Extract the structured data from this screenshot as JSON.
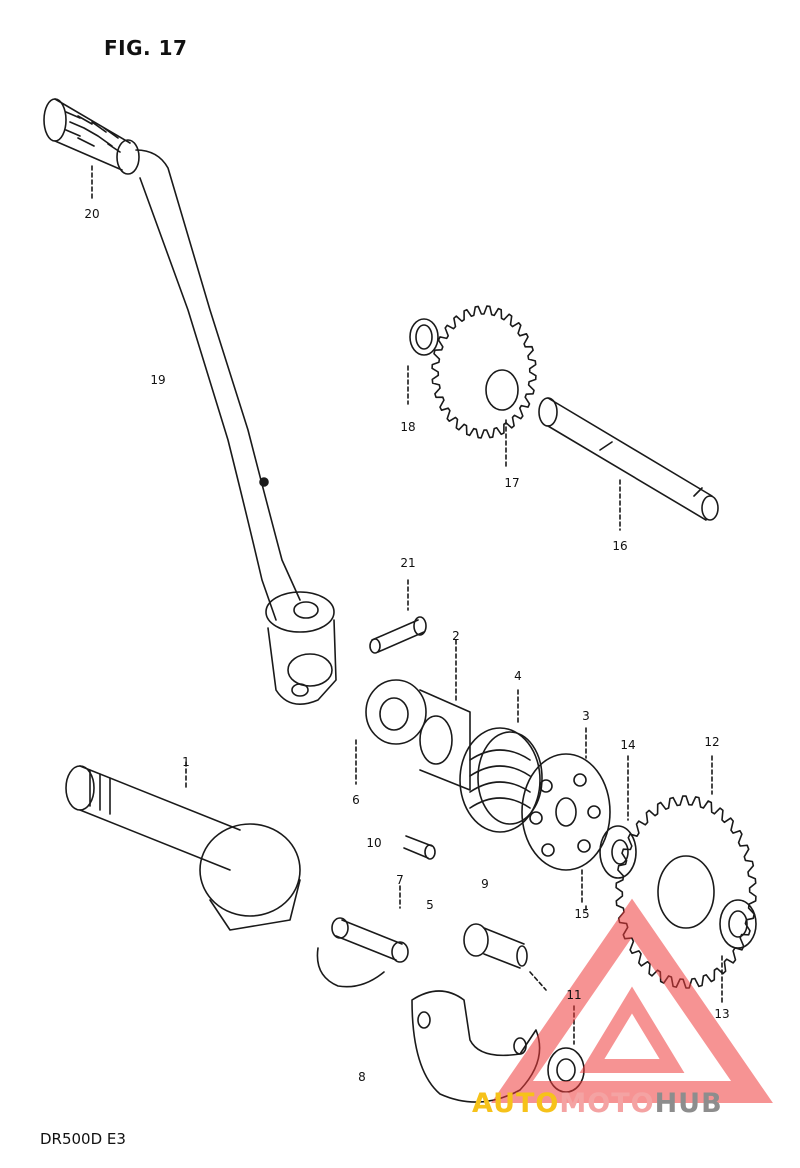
{
  "figure": {
    "title": "FIG. 17",
    "model": "DR500D  E3"
  },
  "parts": [
    {
      "id": "p20",
      "label": "20"
    },
    {
      "id": "p19",
      "label": "19"
    },
    {
      "id": "p18",
      "label": "18"
    },
    {
      "id": "p17",
      "label": "17"
    },
    {
      "id": "p16",
      "label": "16"
    },
    {
      "id": "p21",
      "label": "21"
    },
    {
      "id": "p2",
      "label": "2"
    },
    {
      "id": "p4",
      "label": "4"
    },
    {
      "id": "p3",
      "label": "3"
    },
    {
      "id": "p14",
      "label": "14"
    },
    {
      "id": "p12",
      "label": "12"
    },
    {
      "id": "p1",
      "label": "1"
    },
    {
      "id": "p6",
      "label": "6"
    },
    {
      "id": "p10",
      "label": "10"
    },
    {
      "id": "p9",
      "label": "9"
    },
    {
      "id": "p7",
      "label": "7"
    },
    {
      "id": "p5",
      "label": "5"
    },
    {
      "id": "p15",
      "label": "15"
    },
    {
      "id": "p13",
      "label": "13"
    },
    {
      "id": "p11",
      "label": "11"
    },
    {
      "id": "p8",
      "label": "8"
    }
  ],
  "watermark": {
    "brand_part1": "AUTO",
    "brand_part2": "MOTO",
    "brand_part3": "HUB",
    "colors": {
      "triangle": "#ef3b3b",
      "auto": "#f6c21a",
      "moto": "#f4a3a3",
      "hub": "#8d8d8d"
    }
  }
}
